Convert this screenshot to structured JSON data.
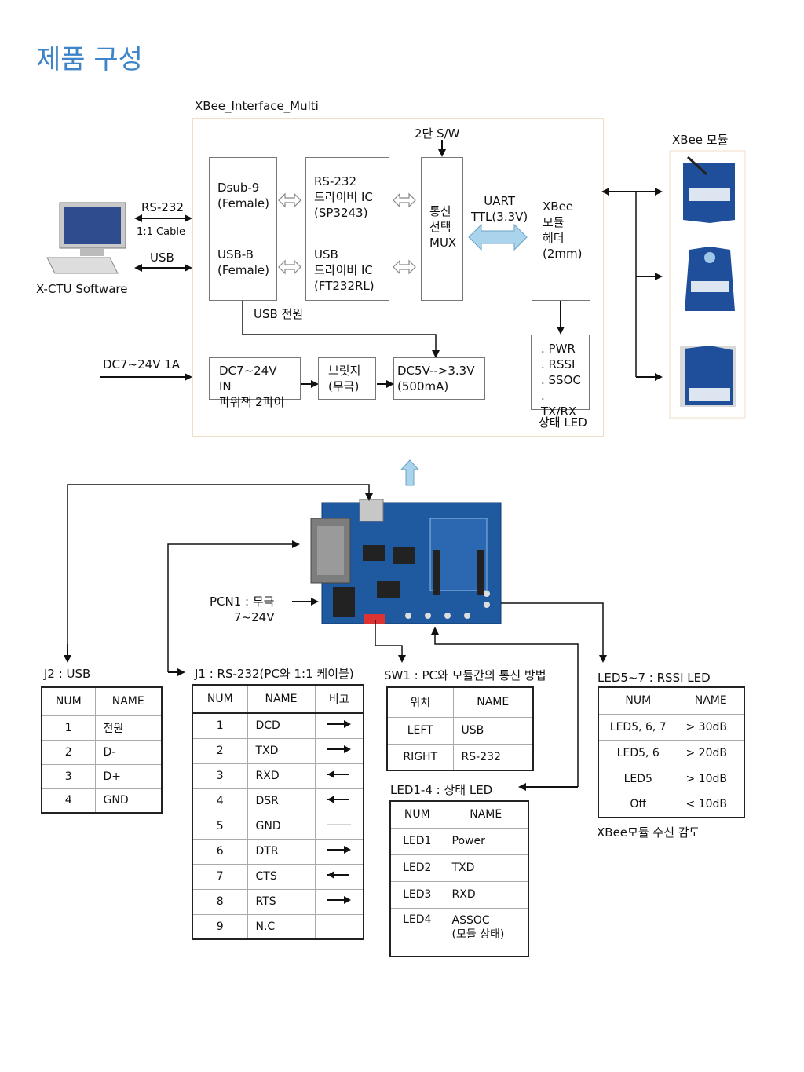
{
  "title": "제품 구성",
  "block": {
    "name": "XBee_Interface_Multi",
    "pc_label": "X-CTU Software",
    "rs232": "RS-232",
    "cable": "1:1 Cable",
    "usb": "USB",
    "switch2": "2단 S/W",
    "uart": "UART\nTTL(3.3V)",
    "usb_power": "USB 전원",
    "dc_in": "DC7~24V 1A",
    "xbee_modules": "XBee 모듈",
    "status_led": "상태 LED",
    "boxes": {
      "dsub": "Dsub-9\n(Female)",
      "usbb": "USB-B\n(Female)",
      "rs232_ic": "RS-232\n드라이버 IC\n(SP3243)",
      "usb_ic": "USB\n드라이버 IC\n(FT232RL)",
      "mux": "통신\n선택\nMUX",
      "header": "XBee\n모듈\n헤더\n(2mm)",
      "leds": ". PWR\n. RSSI\n. SSOC\n. TX/RX",
      "jack": "DC7~24V IN\n파워잭 2파이",
      "bridge": "브릿지\n(무극)",
      "reg": "DC5V-->3.3V\n(500mA)"
    }
  },
  "board": {
    "pcn1": "PCN1 : 무극\n7~24V"
  },
  "j2": {
    "title": "J2 : USB",
    "headers": [
      "NUM",
      "NAME"
    ],
    "rows": [
      [
        "1",
        "전원"
      ],
      [
        "2",
        "D-"
      ],
      [
        "3",
        "D+"
      ],
      [
        "4",
        "GND"
      ]
    ]
  },
  "j1": {
    "title": "J1 : RS-232(PC와 1:1 케이블)",
    "headers": [
      "NUM",
      "NAME",
      "비고"
    ],
    "rows": [
      [
        "1",
        "DCD",
        "in"
      ],
      [
        "2",
        "TXD",
        "in"
      ],
      [
        "3",
        "RXD",
        "out"
      ],
      [
        "4",
        "DSR",
        "out"
      ],
      [
        "5",
        "GND",
        "none"
      ],
      [
        "6",
        "DTR",
        "in"
      ],
      [
        "7",
        "CTS",
        "out"
      ],
      [
        "8",
        "RTS",
        "in"
      ],
      [
        "9",
        "N.C",
        ""
      ]
    ]
  },
  "sw1": {
    "title": "SW1 : PC와 모듈간의 통신 방법",
    "headers": [
      "위치",
      "NAME"
    ],
    "rows": [
      [
        "LEFT",
        "USB"
      ],
      [
        "RIGHT",
        "RS-232"
      ]
    ]
  },
  "led14": {
    "title": "LED1-4 : 상태 LED",
    "headers": [
      "NUM",
      "NAME"
    ],
    "rows": [
      [
        "LED1",
        "Power"
      ],
      [
        "LED2",
        "TXD"
      ],
      [
        "LED3",
        "RXD"
      ],
      [
        "LED4",
        "ASSOC\n(모듈 상태)"
      ]
    ]
  },
  "led57": {
    "title": "LED5~7 : RSSI LED",
    "headers": [
      "NUM",
      "NAME"
    ],
    "rows": [
      [
        "LED5, 6, 7",
        "> 30dB"
      ],
      [
        "LED5, 6",
        "> 20dB"
      ],
      [
        "LED5",
        "> 10dB"
      ],
      [
        "Off",
        "< 10dB"
      ]
    ],
    "caption": "XBee모듈 수신 감도"
  },
  "colors": {
    "title": "#3d84c8",
    "board": "#1f5aa0",
    "arrow_fill": "#a9d4ec"
  }
}
